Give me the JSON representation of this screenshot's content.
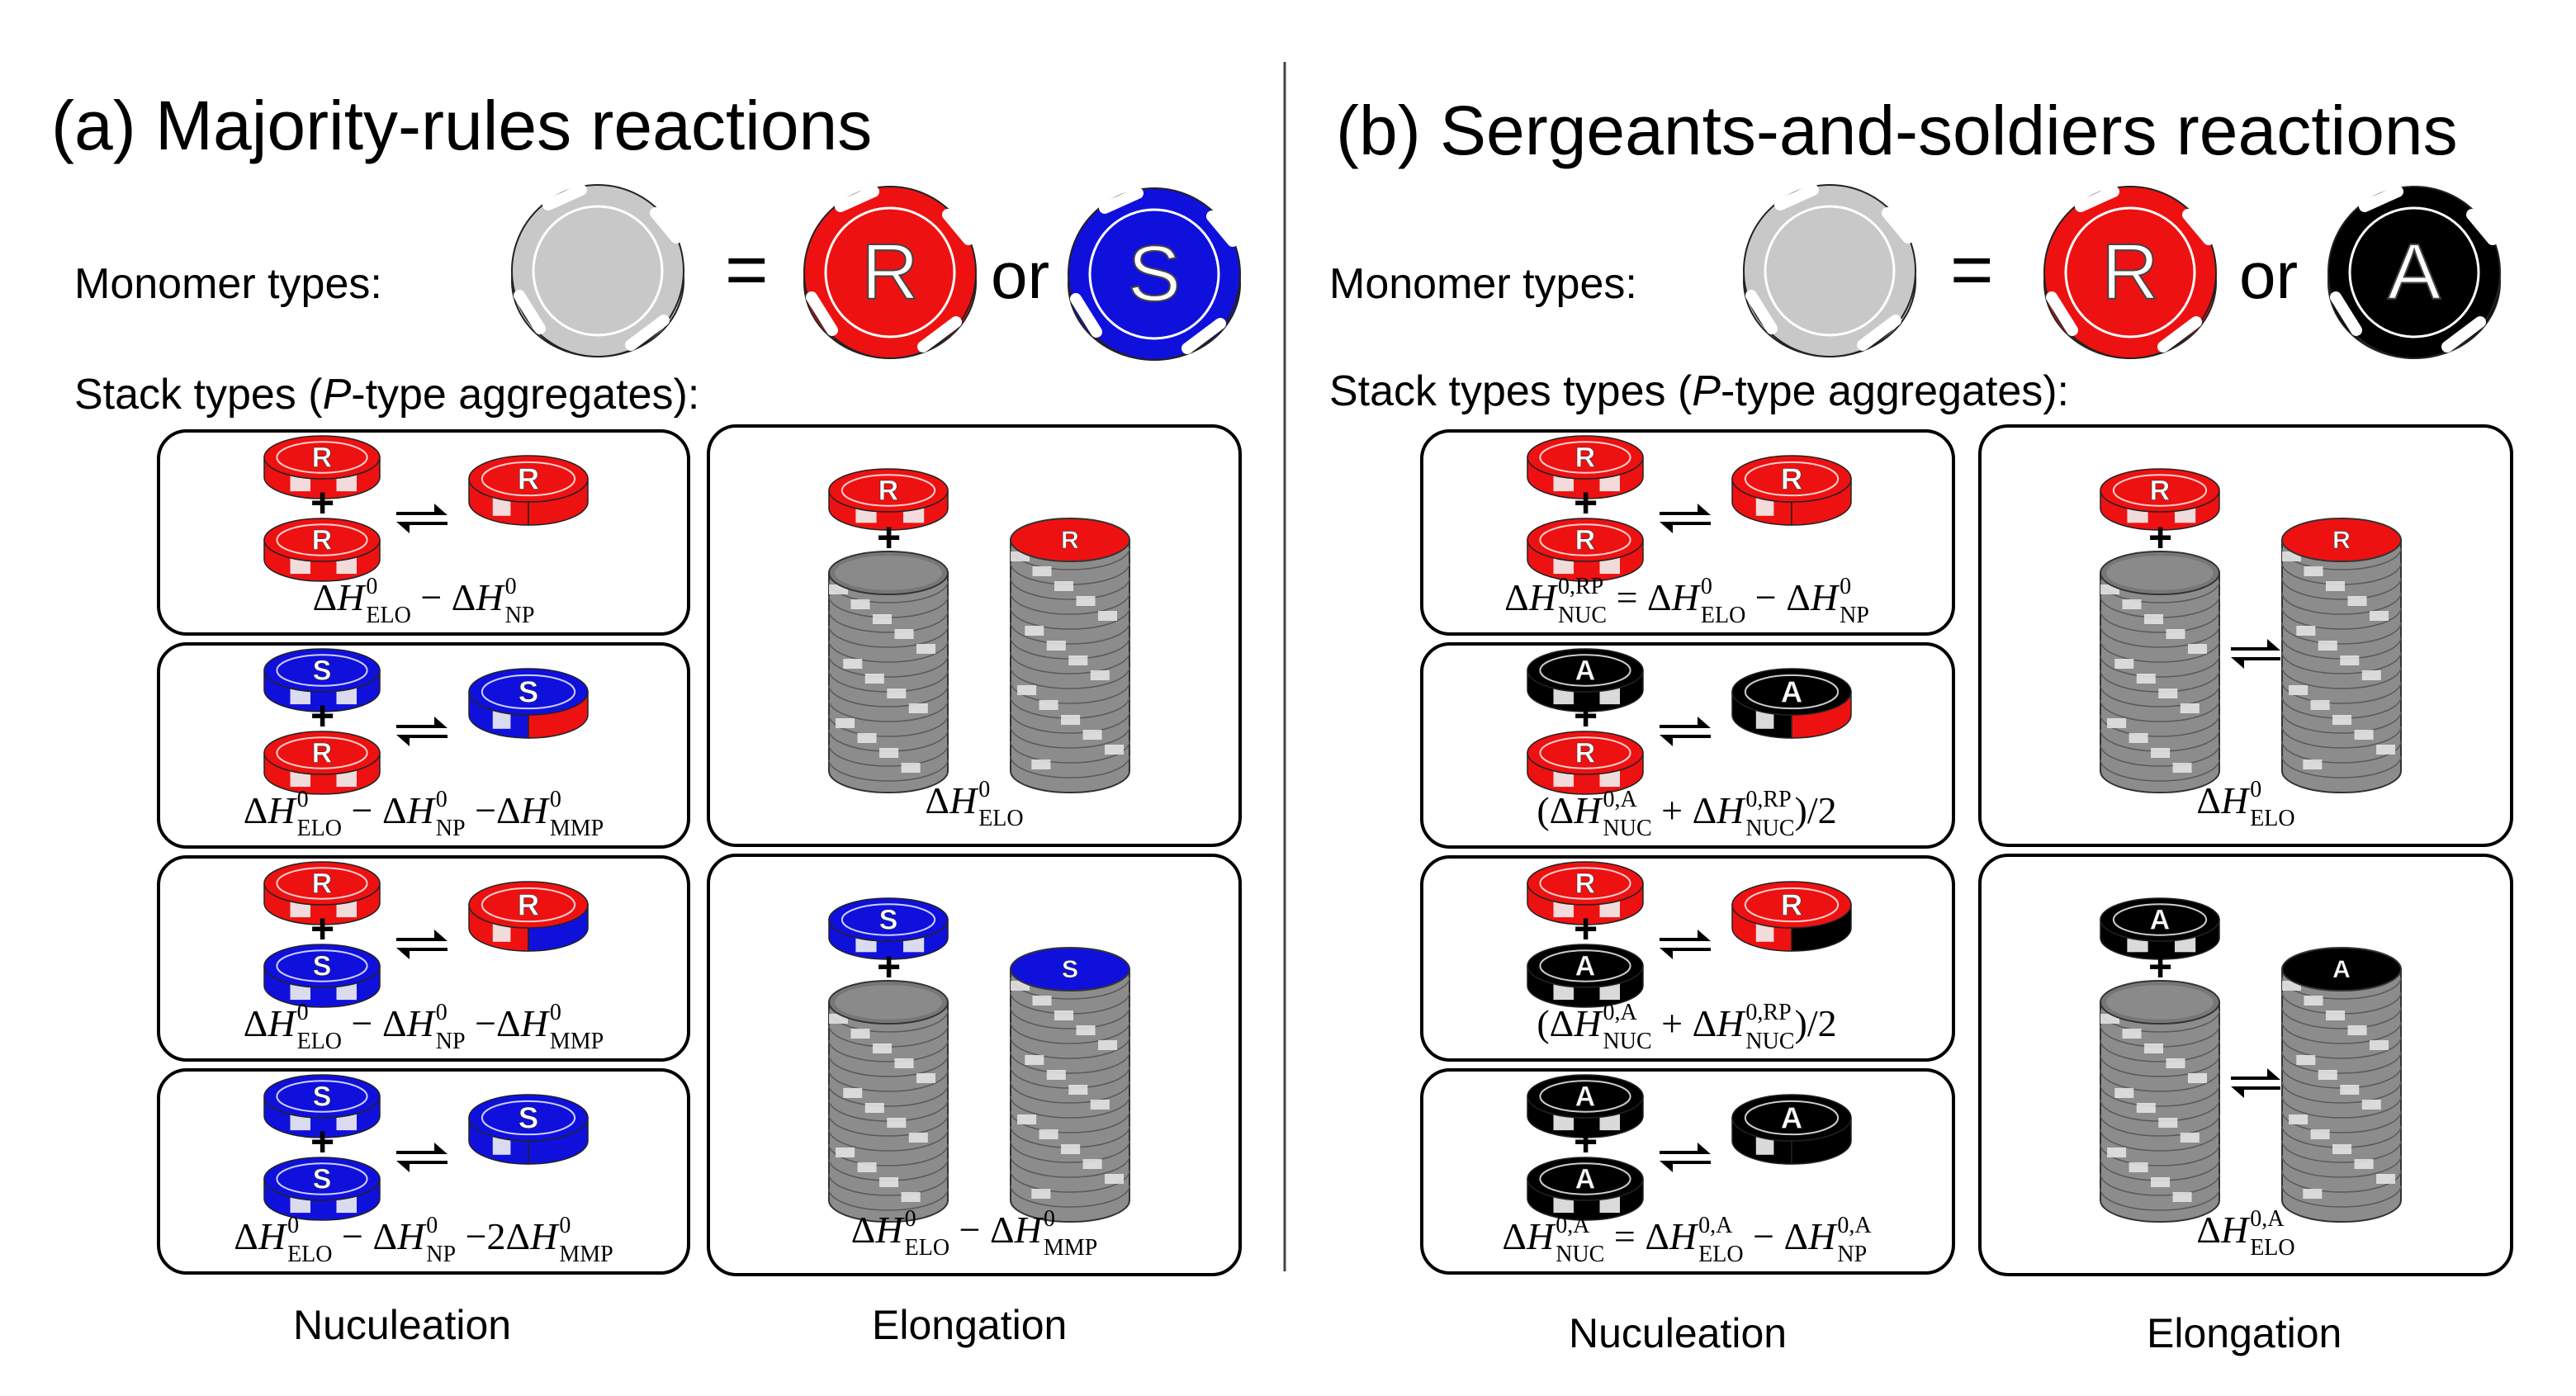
{
  "panel_a": {
    "title": "(a) Majority-rules reactions",
    "monomer_label": "Monomer types:",
    "equals": "=",
    "or_word": "or",
    "stack_label_pre": "Stack types (",
    "stack_label_p": "P",
    "stack_label_post": "-type aggregates):",
    "mono_letter_1": "R",
    "mono_letter_2": "S",
    "nucleation_label": "Nuculeation",
    "elongation_label": "Elongation",
    "colors": {
      "red": "#ee1111",
      "blue": "#1010dd",
      "gray": "#9a9a9a"
    },
    "nuc_rows": [
      {
        "top": "R",
        "bottom": "R",
        "product": "RR",
        "eq": [
          [
            "ΔH",
            "0",
            "ELO"
          ],
          [
            " − "
          ],
          [
            "ΔH",
            "0",
            "NP"
          ]
        ]
      },
      {
        "top": "S",
        "bottom": "R",
        "product": "SR",
        "eq": [
          [
            "ΔH",
            "0",
            "ELO"
          ],
          [
            " − "
          ],
          [
            "ΔH",
            "0",
            "NP"
          ],
          [
            " −"
          ],
          [
            "ΔH",
            "0",
            "MMP"
          ]
        ]
      },
      {
        "top": "R",
        "bottom": "S",
        "product": "RS",
        "eq": [
          [
            "ΔH",
            "0",
            "ELO"
          ],
          [
            " − "
          ],
          [
            "ΔH",
            "0",
            "NP"
          ],
          [
            " −"
          ],
          [
            "ΔH",
            "0",
            "MMP"
          ]
        ]
      },
      {
        "top": "S",
        "bottom": "S",
        "product": "SS",
        "eq": [
          [
            "ΔH",
            "0",
            "ELO"
          ],
          [
            " − "
          ],
          [
            "ΔH",
            "0",
            "NP"
          ],
          [
            " −2"
          ],
          [
            "ΔH",
            "0",
            "MMP"
          ]
        ]
      }
    ],
    "elo_rows": [
      {
        "letter": "R",
        "eq": [
          [
            "ΔH",
            "0",
            "ELO"
          ]
        ]
      },
      {
        "letter": "S",
        "eq": [
          [
            "ΔH",
            "0",
            "ELO"
          ],
          [
            " − "
          ],
          [
            "ΔH",
            "0",
            "MMP"
          ]
        ]
      }
    ]
  },
  "panel_b": {
    "title": "(b) Sergeants-and-soldiers reactions",
    "monomer_label": "Monomer types:",
    "equals": "=",
    "or_word": "or",
    "stack_label_pre": "Stack types types (",
    "stack_label_p": "P",
    "stack_label_post": "-type aggregates):",
    "mono_letter_1": "R",
    "mono_letter_2": "A",
    "nucleation_label": "Nuculeation",
    "elongation_label": "Elongation",
    "colors": {
      "red": "#ee1111",
      "black": "#000000",
      "gray": "#9a9a9a"
    },
    "nuc_rows": [
      {
        "top": "R",
        "bottom": "R",
        "product": "RR",
        "eq": [
          [
            "ΔH",
            "0,RP",
            "NUC"
          ],
          [
            " = "
          ],
          [
            "ΔH",
            "0",
            "ELO"
          ],
          [
            " − "
          ],
          [
            "ΔH",
            "0",
            "NP"
          ]
        ]
      },
      {
        "top": "A",
        "bottom": "R",
        "product": "AR",
        "eq": [
          [
            "("
          ],
          [
            "ΔH",
            "0,A",
            "NUC"
          ],
          [
            " + "
          ],
          [
            "ΔH",
            "0,RP",
            "NUC"
          ],
          [
            ")/2"
          ]
        ]
      },
      {
        "top": "R",
        "bottom": "A",
        "product": "RA",
        "eq": [
          [
            "("
          ],
          [
            "ΔH",
            "0,A",
            "NUC"
          ],
          [
            " + "
          ],
          [
            "ΔH",
            "0,RP",
            "NUC"
          ],
          [
            ")/2"
          ]
        ]
      },
      {
        "top": "A",
        "bottom": "A",
        "product": "AA",
        "eq": [
          [
            "ΔH",
            "0,A",
            "NUC"
          ],
          [
            " = "
          ],
          [
            "ΔH",
            "0,A",
            "ELO"
          ],
          [
            " − "
          ],
          [
            "ΔH",
            "0,A",
            "NP"
          ]
        ]
      }
    ],
    "elo_rows": [
      {
        "letter": "R",
        "eq": [
          [
            "ΔH",
            "0",
            "ELO"
          ]
        ]
      },
      {
        "letter": "A",
        "eq": [
          [
            "ΔH",
            "0,A",
            "ELO"
          ]
        ]
      }
    ]
  }
}
